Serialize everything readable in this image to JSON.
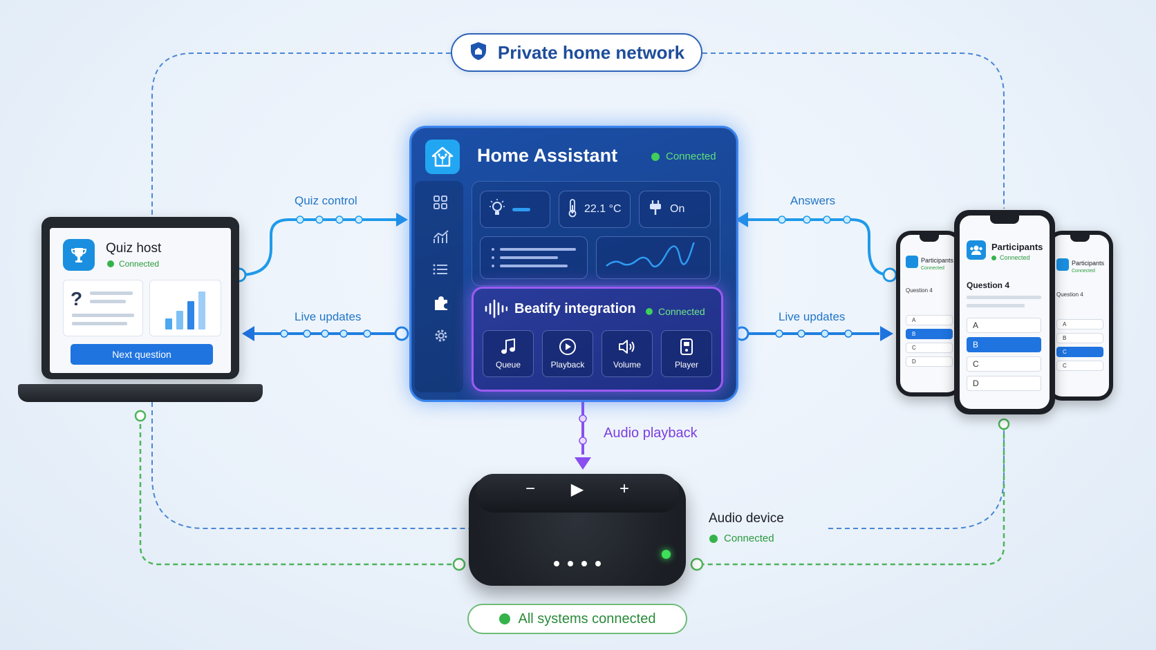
{
  "title": "Private home network",
  "colors": {
    "network_line": "#2d63b8",
    "flow": "#1f8fe8",
    "audio": "#8a4ef0",
    "connected": "#35b34a",
    "hub": "#1b4fa8"
  },
  "flows": {
    "quiz_control": "Quiz control",
    "live_updates_left": "Live updates",
    "answers": "Answers",
    "live_updates_right": "Live updates",
    "audio_playback": "Audio playback"
  },
  "quiz_host": {
    "title": "Quiz host",
    "status": "Connected",
    "button": "Next question",
    "icons": [
      "trophy-icon",
      "question-icon",
      "bar-chart-icon"
    ]
  },
  "hub": {
    "title": "Home Assistant",
    "status": "Connected",
    "sidebar_icons": [
      "dashboard-icon",
      "analytics-icon",
      "list-icon",
      "puzzle-icon",
      "gear-icon"
    ],
    "temperature": "22.1 °C",
    "plug_state": "On",
    "beatify": {
      "title": "Beatify integration",
      "status": "Connected",
      "tiles": [
        {
          "label": "Queue",
          "icon": "music-note-icon"
        },
        {
          "label": "Playback",
          "icon": "play-circle-icon"
        },
        {
          "label": "Volume",
          "icon": "speaker-icon"
        },
        {
          "label": "Player",
          "icon": "device-icon"
        }
      ]
    }
  },
  "participants": {
    "title": "Participants",
    "status": "Connected",
    "question": "Question 4",
    "main_options": [
      "A",
      "B",
      "C",
      "D"
    ],
    "main_selected": "B",
    "left_options": [
      "A",
      "B",
      "C",
      "D"
    ],
    "left_selected": "B",
    "right_options": [
      "A",
      "B",
      "C",
      "C"
    ],
    "right_selected": "C"
  },
  "audio_device": {
    "title": "Audio device",
    "status": "Connected",
    "controls": [
      "−",
      "▶",
      "+"
    ]
  },
  "footer": "All systems connected"
}
